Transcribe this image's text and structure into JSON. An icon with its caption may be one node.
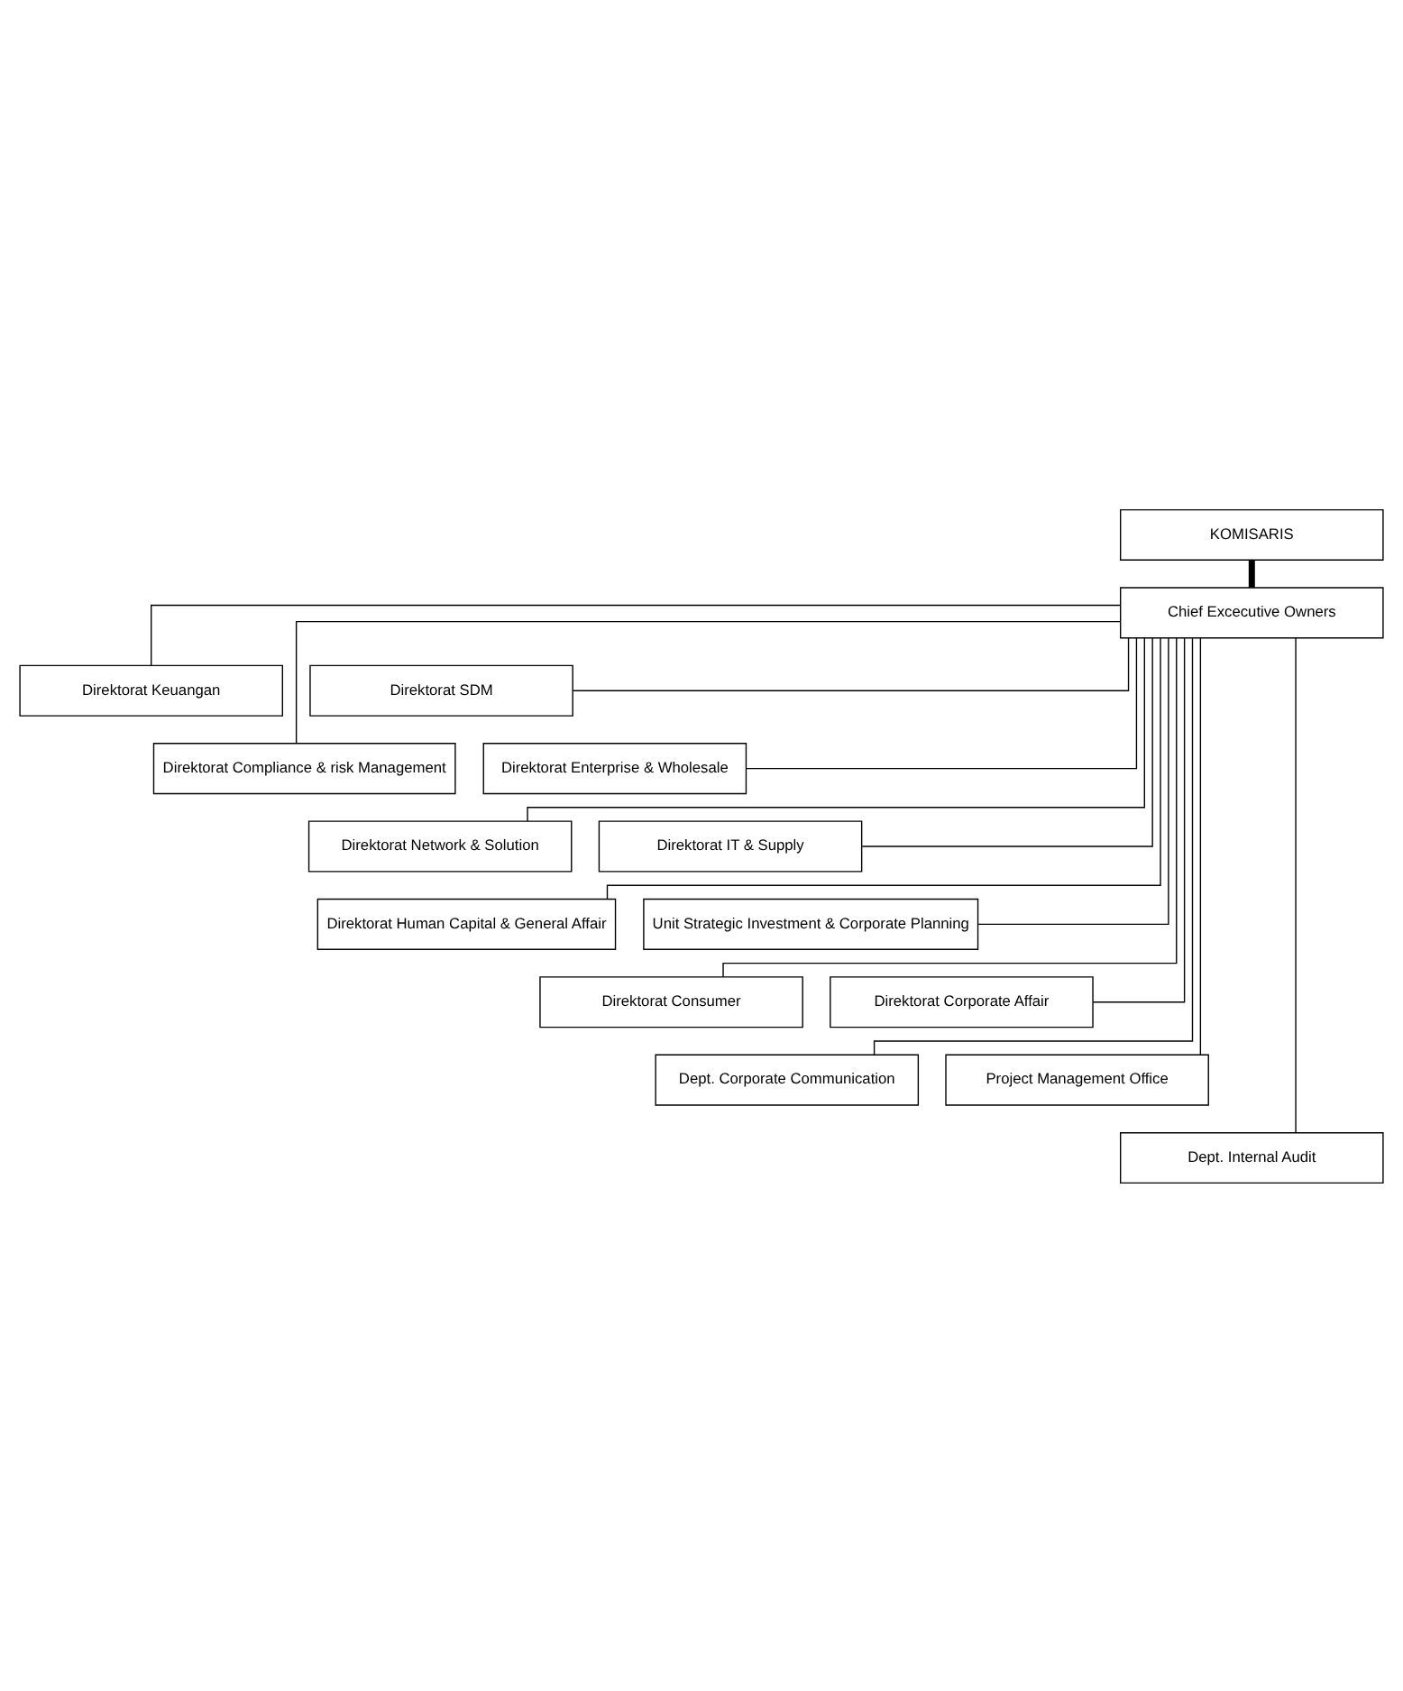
{
  "diagram": {
    "nodes": [
      {
        "text": [
          "KOMISARIS"
        ]
      },
      {
        "text": [
          "Chief Excecutive Owners"
        ]
      },
      {
        "text": [
          "Direktorat Keuangan"
        ]
      },
      {
        "text": [
          "Direktorat SDM"
        ]
      },
      {
        "text": [
          "Direktorat Compliance & risk Management"
        ]
      },
      {
        "text": [
          "Direktorat Enterprise & Wholesale"
        ]
      },
      {
        "text": [
          "Direktorat Network & Solution"
        ]
      },
      {
        "text": [
          "Direktorat IT & Supply"
        ]
      },
      {
        "text": [
          "Direktorat Human Capital & General Affair"
        ]
      },
      {
        "text": [
          "Unit Strategic Investment & Corporate Planning"
        ]
      },
      {
        "text": [
          "Direktorat Consumer"
        ]
      },
      {
        "text": [
          "Direktorat Corporate Affair"
        ]
      },
      {
        "text": [
          "Dept. Corporate Communication"
        ]
      },
      {
        "text": [
          "Project Management Office"
        ]
      },
      {
        "text": [
          "Dept. Internal Audit"
        ]
      }
    ],
    "edges": [
      {
        "from": 0,
        "to": 1,
        "arrow": "none",
        "style": "thick"
      },
      {
        "from": 1,
        "to": 2,
        "arrow": "none"
      },
      {
        "from": 1,
        "to": 3,
        "arrow": "none"
      },
      {
        "from": 1,
        "to": 4,
        "arrow": "none"
      },
      {
        "from": 1,
        "to": 5,
        "arrow": "none"
      },
      {
        "from": 1,
        "to": 6,
        "arrow": "none"
      },
      {
        "from": 1,
        "to": 7,
        "arrow": "none"
      },
      {
        "from": 1,
        "to": 8,
        "arrow": "none"
      },
      {
        "from": 1,
        "to": 9,
        "arrow": "none"
      },
      {
        "from": 1,
        "to": 10,
        "arrow": "none"
      },
      {
        "from": 1,
        "to": 11,
        "arrow": "none"
      },
      {
        "from": 1,
        "to": 12,
        "arrow": "none"
      },
      {
        "from": 1,
        "to": 13,
        "arrow": "none"
      },
      {
        "from": 1,
        "to": 14,
        "arrow": "none"
      }
    ]
  }
}
